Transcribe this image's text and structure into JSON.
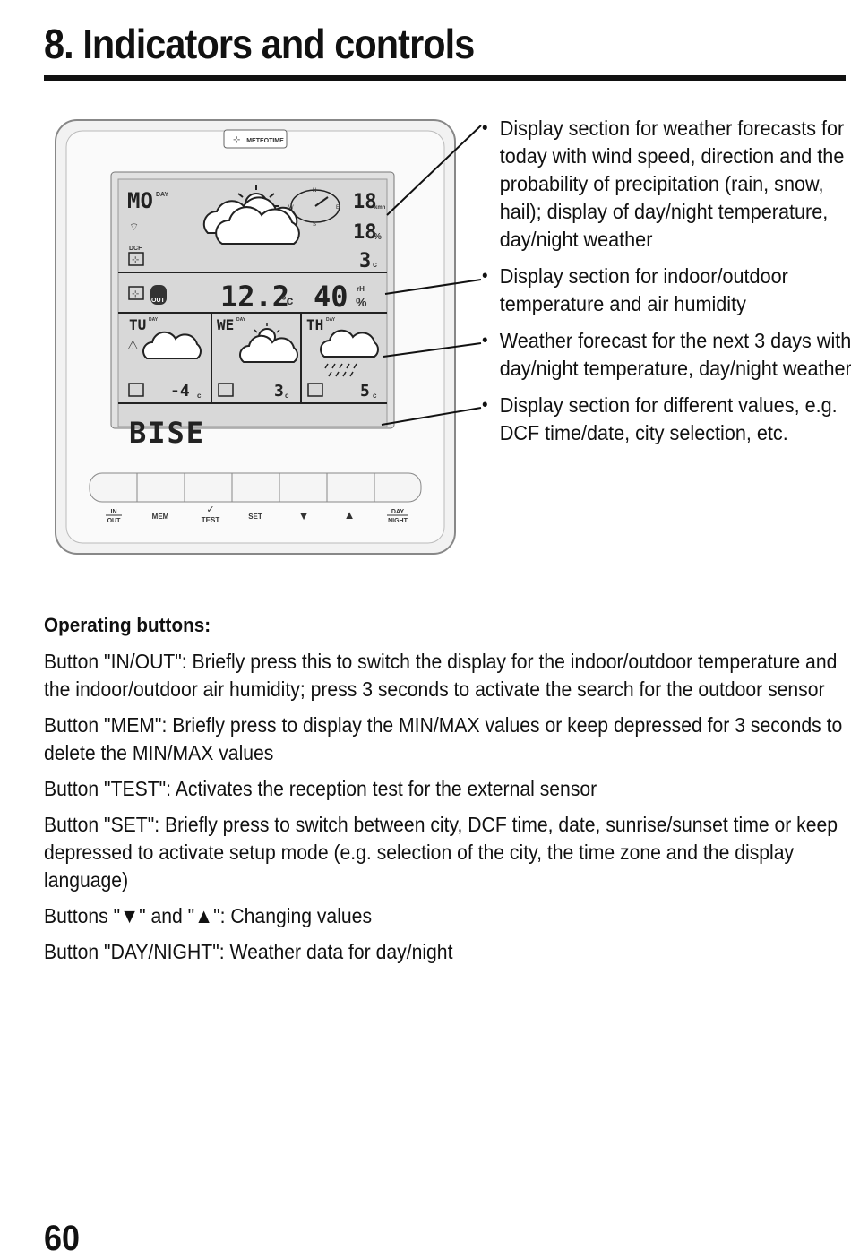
{
  "heading": "8. Indicators and controls",
  "device": {
    "brand": "METEOTIME",
    "lcd": {
      "top": {
        "day": "MO",
        "day_sub": "DAY",
        "compass": [
          "N",
          "W",
          "E",
          "S"
        ],
        "wind_speed": "18",
        "wind_unit": "kmh",
        "precip": "18",
        "precip_unit": "%",
        "temp": "3",
        "temp_unit": "c",
        "dcf_label": "DCF"
      },
      "middle": {
        "out_label": "OUT",
        "temperature": "12.2",
        "temp_unit": "°c",
        "humidity": "40",
        "humidity_unit_top": "rH",
        "humidity_unit": "%"
      },
      "forecast": [
        {
          "day": "TU",
          "sub": "DAY",
          "temp": "-4",
          "unit": "c"
        },
        {
          "day": "WE",
          "sub": "DAY",
          "temp": "3",
          "unit": "c"
        },
        {
          "day": "TH",
          "sub": "DAY",
          "temp": "5",
          "unit": "c"
        }
      ],
      "bottom_text": "BISE"
    },
    "buttons": [
      {
        "top": "IN",
        "bottom": "OUT"
      },
      {
        "top": "MEM",
        "bottom": ""
      },
      {
        "top": "✓",
        "bottom": "TEST"
      },
      {
        "top": "SET",
        "bottom": ""
      },
      {
        "top": "▼",
        "bottom": ""
      },
      {
        "top": "▲",
        "bottom": ""
      },
      {
        "top": "DAY",
        "bottom": "NIGHT"
      }
    ]
  },
  "callouts": [
    "Display section for weather forecasts for today with wind speed, direction and the probability of precipitation (rain, snow, hail); display of day/night temperature, day/night weather",
    "Display section for indoor/outdoor temperature and air humidity",
    "Weather forecast for the next 3 days with day/night temperature, day/night weather",
    "Display section for different values, e.g. DCF time/date, city selection, etc."
  ],
  "operating": {
    "heading": "Operating buttons:",
    "items": [
      "Button \"IN/OUT\": Briefly press this to switch the display for the indoor/outdoor temperature and the indoor/outdoor air humidity; press 3 seconds to activate the search for the outdoor sensor",
      "Button \"MEM\": Briefly press to display the MIN/MAX values or keep depressed for 3 seconds to delete the MIN/MAX values",
      "Button \"TEST\": Activates the reception test for the external sensor",
      "Button \"SET\": Briefly press to switch between city, DCF time, date, sunrise/sunset time or keep depressed to activate setup mode (e.g. selection of the city, the time zone and the display language)",
      "Buttons \"▼\" and \"▲\": Changing values",
      "Button \"DAY/NIGHT\": Weather data for day/night"
    ]
  },
  "page_number": "60"
}
